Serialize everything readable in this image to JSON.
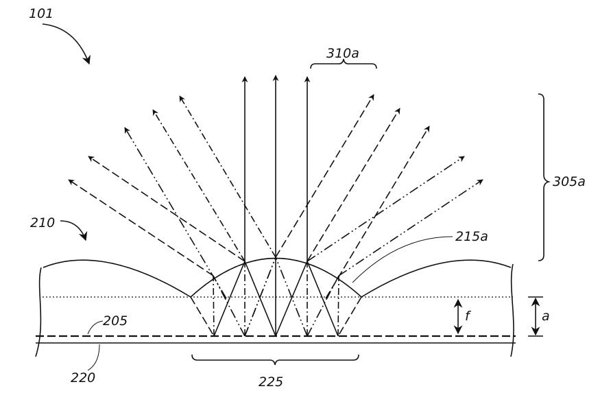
{
  "figure": {
    "labels": {
      "device": "101",
      "lens_array": "210",
      "beam_group": "310a",
      "angular_range": "305a",
      "lens": "215a",
      "emitters": "205",
      "substrate": "220",
      "emitter_group": "225",
      "focal_distance": "f",
      "lens_height": "a"
    }
  }
}
